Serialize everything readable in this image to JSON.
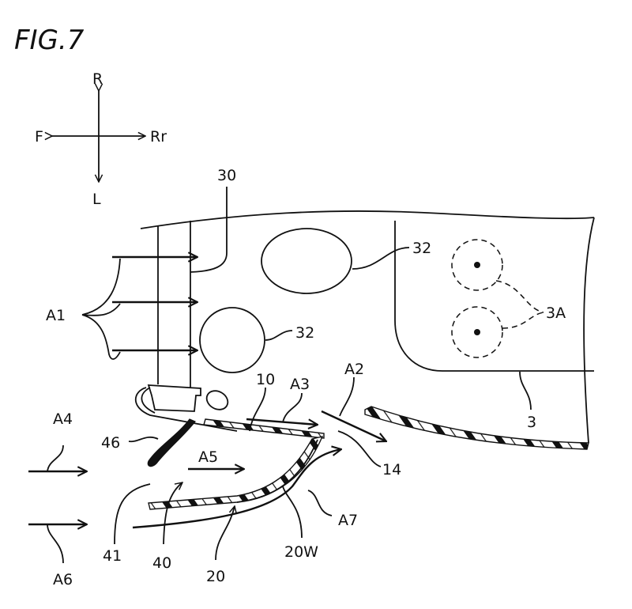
{
  "figure": {
    "title": "FIG.7",
    "colors": {
      "ink": "#111111",
      "background": "#ffffff"
    }
  },
  "compass": {
    "up": "R",
    "down": "L",
    "left": "F",
    "right": "Rr"
  },
  "reference_labels": {
    "body_30": "30",
    "opening_32_upper": "32",
    "opening_32_lower": "32",
    "region_3A": "3A",
    "panel_3": "3",
    "member_10": "10",
    "gap_14": "14",
    "member_46": "46",
    "inlet_41": "41",
    "duct_40": "40",
    "member_20": "20",
    "wall_20W": "20W"
  },
  "airflow_labels": {
    "A1": "A1",
    "A2": "A2",
    "A3": "A3",
    "A4": "A4",
    "A5": "A5",
    "A6": "A6",
    "A7": "A7"
  }
}
